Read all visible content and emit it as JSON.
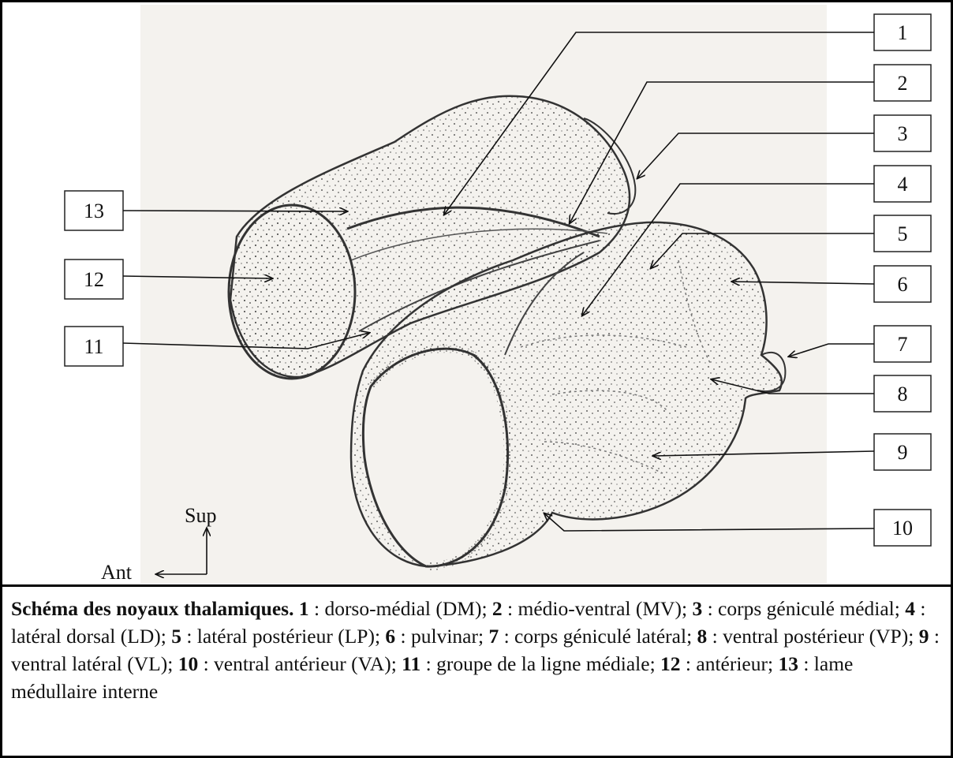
{
  "diagram": {
    "labels": [
      "1",
      "2",
      "3",
      "4",
      "5",
      "6",
      "7",
      "8",
      "9",
      "10",
      "11",
      "12",
      "13"
    ],
    "orientation": {
      "superior": "Sup",
      "anterior": "Ant"
    }
  },
  "caption": {
    "title": "Schéma des noyaux thalamiques.",
    "items": [
      {
        "num": "1",
        "text": " : dorso-médial (DM); "
      },
      {
        "num": "2",
        "text": " : médio-ventral (MV); "
      },
      {
        "num": "3",
        "text": " : corps géniculé médial; "
      },
      {
        "num": "4",
        "text": " : latéral dorsal (LD); "
      },
      {
        "num": "5",
        "text": " : latéral postérieur (LP); "
      },
      {
        "num": "6",
        "text": " : pulvinar; "
      },
      {
        "num": "7",
        "text": " : corps géniculé latéral; "
      },
      {
        "num": "8",
        "text": " : ventral postérieur (VP); "
      },
      {
        "num": "9",
        "text": " : ventral latéral (VL); "
      },
      {
        "num": "10",
        "text": " : ventral antérieur (VA); "
      },
      {
        "num": "11",
        "text": " : groupe de la ligne médiale; "
      },
      {
        "num": "12",
        "text": " : antérieur; "
      },
      {
        "num": "13",
        "text": " : lame médullaire interne"
      }
    ]
  },
  "colors": {
    "ink": "#111111",
    "paper": "#f4f2ee",
    "frame": "#000000"
  }
}
